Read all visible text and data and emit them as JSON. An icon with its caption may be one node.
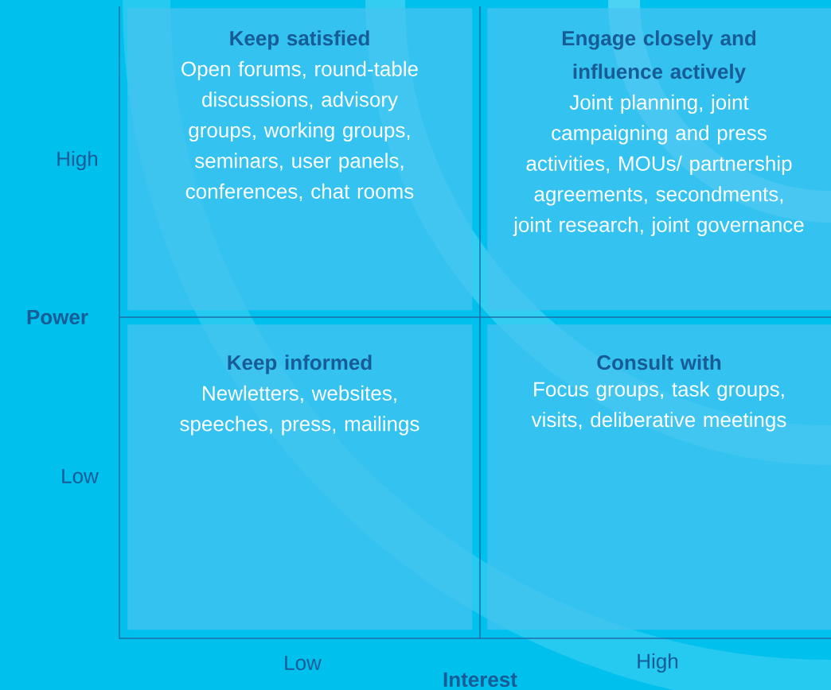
{
  "diagram": {
    "nodes": [
      {
        "text": [
          "Keep satisfied",
          "Open forums, round-table discussions, advisory groups, working groups, seminars, user panels, conferences, chat rooms"
        ]
      },
      {
        "text": [
          "Engage closely and influence actively",
          "Joint planning, joint campaigning and press activities, MOUs/ partnership agreements, secondments, joint research, joint governance"
        ]
      },
      {
        "text": [
          "Keep informed",
          "Newletters, websites, speeches, press, mailings"
        ]
      },
      {
        "text": [
          "Consult with",
          "Focus groups, task groups, visits, deliberative meetings"
        ]
      }
    ],
    "labels": [
      "High",
      "Power",
      "Low",
      "Low",
      "High",
      "Interest"
    ]
  }
}
